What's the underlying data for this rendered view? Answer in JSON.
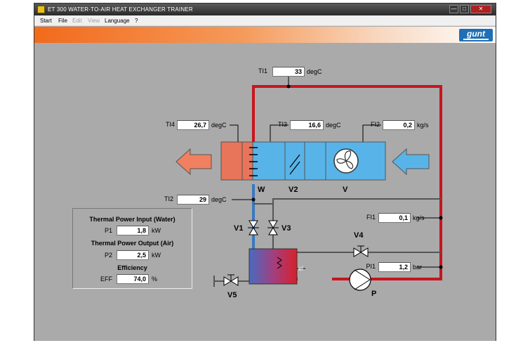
{
  "window": {
    "title": "ET 300 WATER-TO-AIR HEAT EXCHANGER TRAINER",
    "controls": {
      "minimize": "—",
      "maximize": "□",
      "close": "✕"
    }
  },
  "menu": {
    "items": [
      {
        "label": "Start",
        "enabled": true
      },
      {
        "label": "File",
        "enabled": true
      },
      {
        "label": "Edit",
        "enabled": false
      },
      {
        "label": "View",
        "enabled": false
      },
      {
        "label": "Language",
        "enabled": true
      },
      {
        "label": "?",
        "enabled": true
      }
    ]
  },
  "logo": {
    "text": "gunt"
  },
  "instruments": {
    "TI1": {
      "label": "TI1",
      "value": "33",
      "unit": "degC"
    },
    "TI2": {
      "label": "TI2",
      "value": "29",
      "unit": "degC"
    },
    "TI3": {
      "label": "TI3",
      "value": "16,6",
      "unit": "degC"
    },
    "TI4": {
      "label": "TI4",
      "value": "26,7",
      "unit": "degC"
    },
    "FI1": {
      "label": "FI1",
      "value": "0,1",
      "unit": "kg/s"
    },
    "FI2": {
      "label": "FI2",
      "value": "0,2",
      "unit": "kg/s"
    },
    "PI1": {
      "label": "PI1",
      "value": "1,2",
      "unit": "bar"
    }
  },
  "components": {
    "W": "W",
    "V2": "V2",
    "V": "V",
    "V1": "V1",
    "V3": "V3",
    "V4": "V4",
    "V5": "V5",
    "P": "P",
    "el": "el"
  },
  "power_panel": {
    "input_heading": "Thermal Power Input (Water)",
    "P1": {
      "label": "P1",
      "value": "1,8",
      "unit": "kW"
    },
    "output_heading": "Thermal Power Output (Air)",
    "P2": {
      "label": "P2",
      "value": "2,5",
      "unit": "kW"
    },
    "efficiency_heading": "Efficiency",
    "EFF": {
      "label": "EFF",
      "value": "74,0",
      "unit": "%"
    }
  },
  "colors": {
    "hot_pipe": "#c8141e",
    "cold_pipe": "#3a78c0",
    "duct": "#58b4e8",
    "duct_hot": "#e8745a",
    "arrow_hot": "#f08060",
    "arrow_cold": "#58b4e8",
    "banner_orange": "#f26a1b",
    "logo_blue": "#1e6fb5"
  }
}
